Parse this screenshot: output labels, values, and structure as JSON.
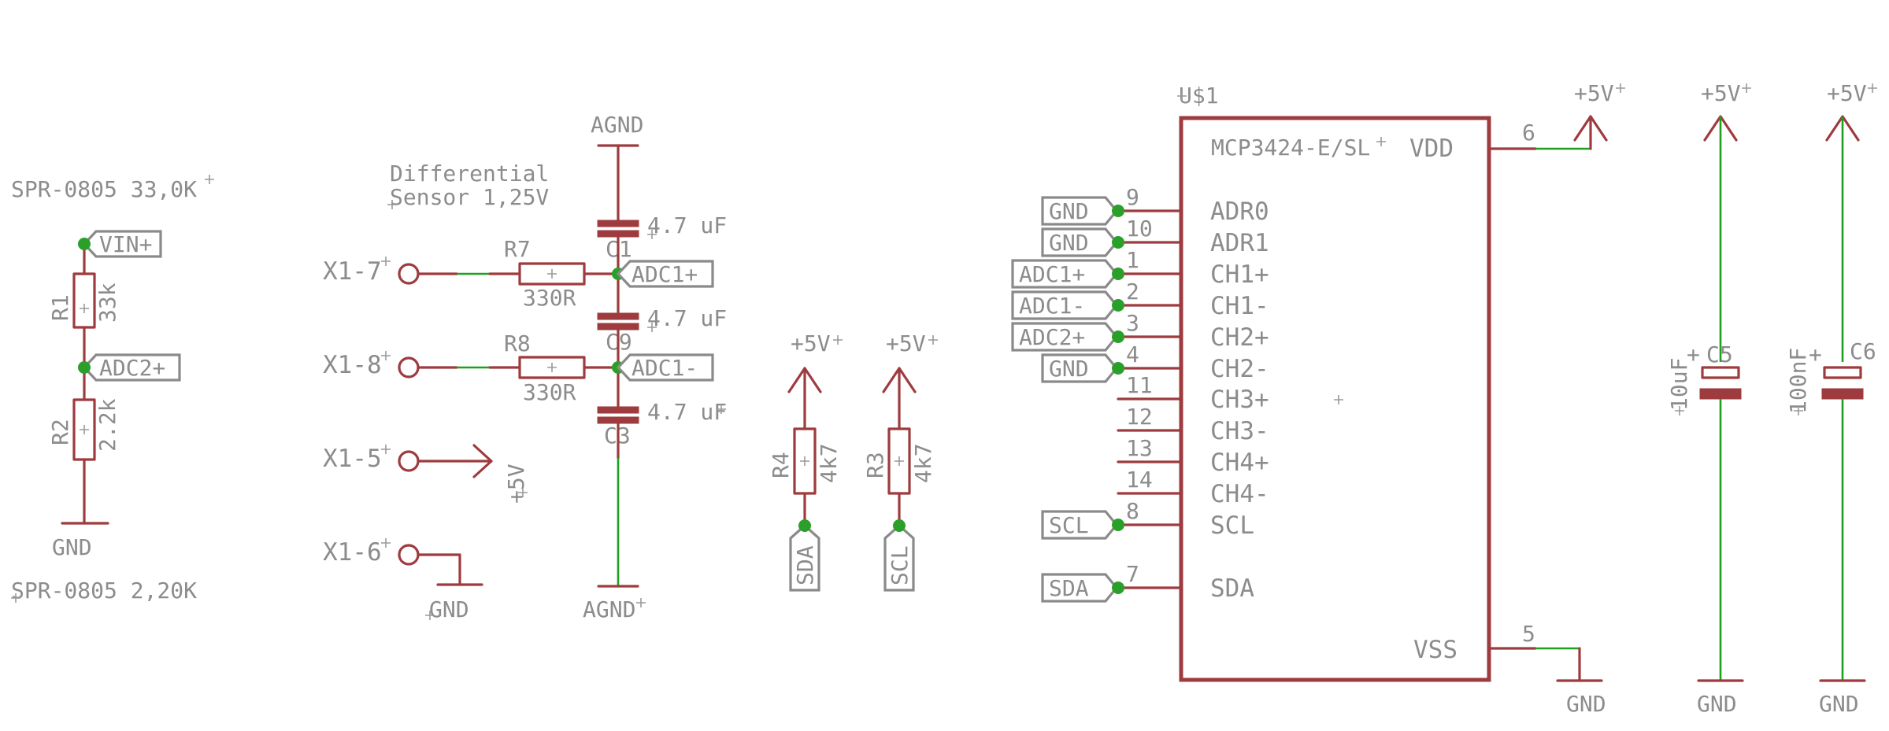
{
  "divider": {
    "upper_label": "SPR-0805 33,0K",
    "lower_label": "SPR-0805 2,20K",
    "r1_name": "R1",
    "r1_value": "33k",
    "r2_name": "R2",
    "r2_value": "2.2k",
    "vin_label": "VIN+",
    "adc_label": "ADC2+",
    "gnd_label": "GND"
  },
  "sensor": {
    "note_line1": "Differential",
    "note_line2": "Sensor 1,25V",
    "agnd_top": "AGND",
    "agnd_bottom": "AGND",
    "c1_name": "C1",
    "c1_value": "4.7 uF",
    "c9_name": "C9",
    "c9_value": "4.7 uF",
    "c3_name": "C3",
    "c3_value": "4.7 uF",
    "r7_name": "R7",
    "r7_value": "330R",
    "r8_name": "R8",
    "r8_value": "330R",
    "adc_pos_label": "ADC1+",
    "adc_neg_label": "ADC1-",
    "x1_7": "X1-7",
    "x1_8": "X1-8",
    "x1_5": "X1-5",
    "x1_6": "X1-6",
    "plus5v_label": "+5V",
    "gnd_label": "GND"
  },
  "pullups": {
    "r4_name": "R4",
    "r4_value": "4k7",
    "r3_name": "R3",
    "r3_value": "4k7",
    "supply_left": "+5V",
    "supply_right": "+5V",
    "sda_label": "SDA",
    "scl_label": "SCL"
  },
  "ic": {
    "ref": "U$1",
    "part": "MCP3424-E/SL",
    "vdd": "VDD",
    "vss": "VSS",
    "vdd_pin": "6",
    "vss_pin": "5",
    "supply_label": "+5V",
    "gnd_label": "GND",
    "pins": [
      {
        "num": "9",
        "name": "ADR0",
        "net": "GND"
      },
      {
        "num": "10",
        "name": "ADR1",
        "net": "GND"
      },
      {
        "num": "1",
        "name": "CH1+",
        "net": "ADC1+"
      },
      {
        "num": "2",
        "name": "CH1-",
        "net": "ADC1-"
      },
      {
        "num": "3",
        "name": "CH2+",
        "net": "ADC2+"
      },
      {
        "num": "4",
        "name": "CH2-",
        "net": "GND"
      },
      {
        "num": "11",
        "name": "CH3+",
        "net": ""
      },
      {
        "num": "12",
        "name": "CH3-",
        "net": ""
      },
      {
        "num": "13",
        "name": "CH4+",
        "net": ""
      },
      {
        "num": "14",
        "name": "CH4-",
        "net": ""
      },
      {
        "num": "8",
        "name": "SCL",
        "net": "SCL"
      },
      {
        "num": "7",
        "name": "SDA",
        "net": "SDA"
      }
    ]
  },
  "decoupling": {
    "c5_name": "C5",
    "c5_value": "10uF",
    "c6_name": "C6",
    "c6_value": "100nF",
    "supply_label": "+5V",
    "gnd_label": "GND"
  }
}
